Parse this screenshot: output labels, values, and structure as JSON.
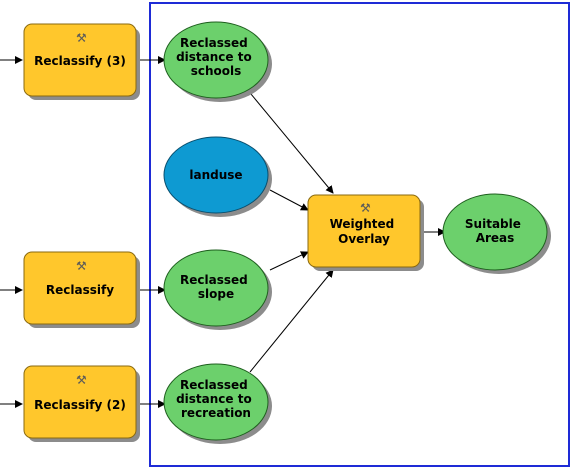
{
  "tools": [
    {
      "id": "reclassify-3",
      "lines": [
        "Reclassify (3)"
      ]
    },
    {
      "id": "reclassify",
      "lines": [
        "Reclassify"
      ]
    },
    {
      "id": "reclassify-2",
      "lines": [
        "Reclassify (2)"
      ]
    },
    {
      "id": "weighted-overlay",
      "lines": [
        "Weighted",
        "Overlay"
      ]
    }
  ],
  "data_nodes": [
    {
      "id": "reclassed-distance-to-schools",
      "lines": [
        "Reclassed",
        "distance to",
        "schools"
      ],
      "kind": "derived"
    },
    {
      "id": "landuse",
      "lines": [
        "landuse"
      ],
      "kind": "input"
    },
    {
      "id": "reclassed-slope",
      "lines": [
        "Reclassed",
        "slope"
      ],
      "kind": "derived"
    },
    {
      "id": "reclassed-distance-to-recreation",
      "lines": [
        "Reclassed",
        "distance to",
        "recreation"
      ],
      "kind": "derived"
    },
    {
      "id": "suitable-areas",
      "lines": [
        "Suitable",
        "Areas"
      ],
      "kind": "derived"
    }
  ],
  "colors": {
    "tool_fill": "#ffc72c",
    "tool_stroke": "#8a6a10",
    "derived_fill": "#6cd06c",
    "input_fill": "#0e9ad2",
    "selection_border": "#1e2bd6",
    "arrow": "#000000",
    "shadow": "#8c8c8c"
  },
  "icons": {
    "tool": "hammer-icon"
  }
}
